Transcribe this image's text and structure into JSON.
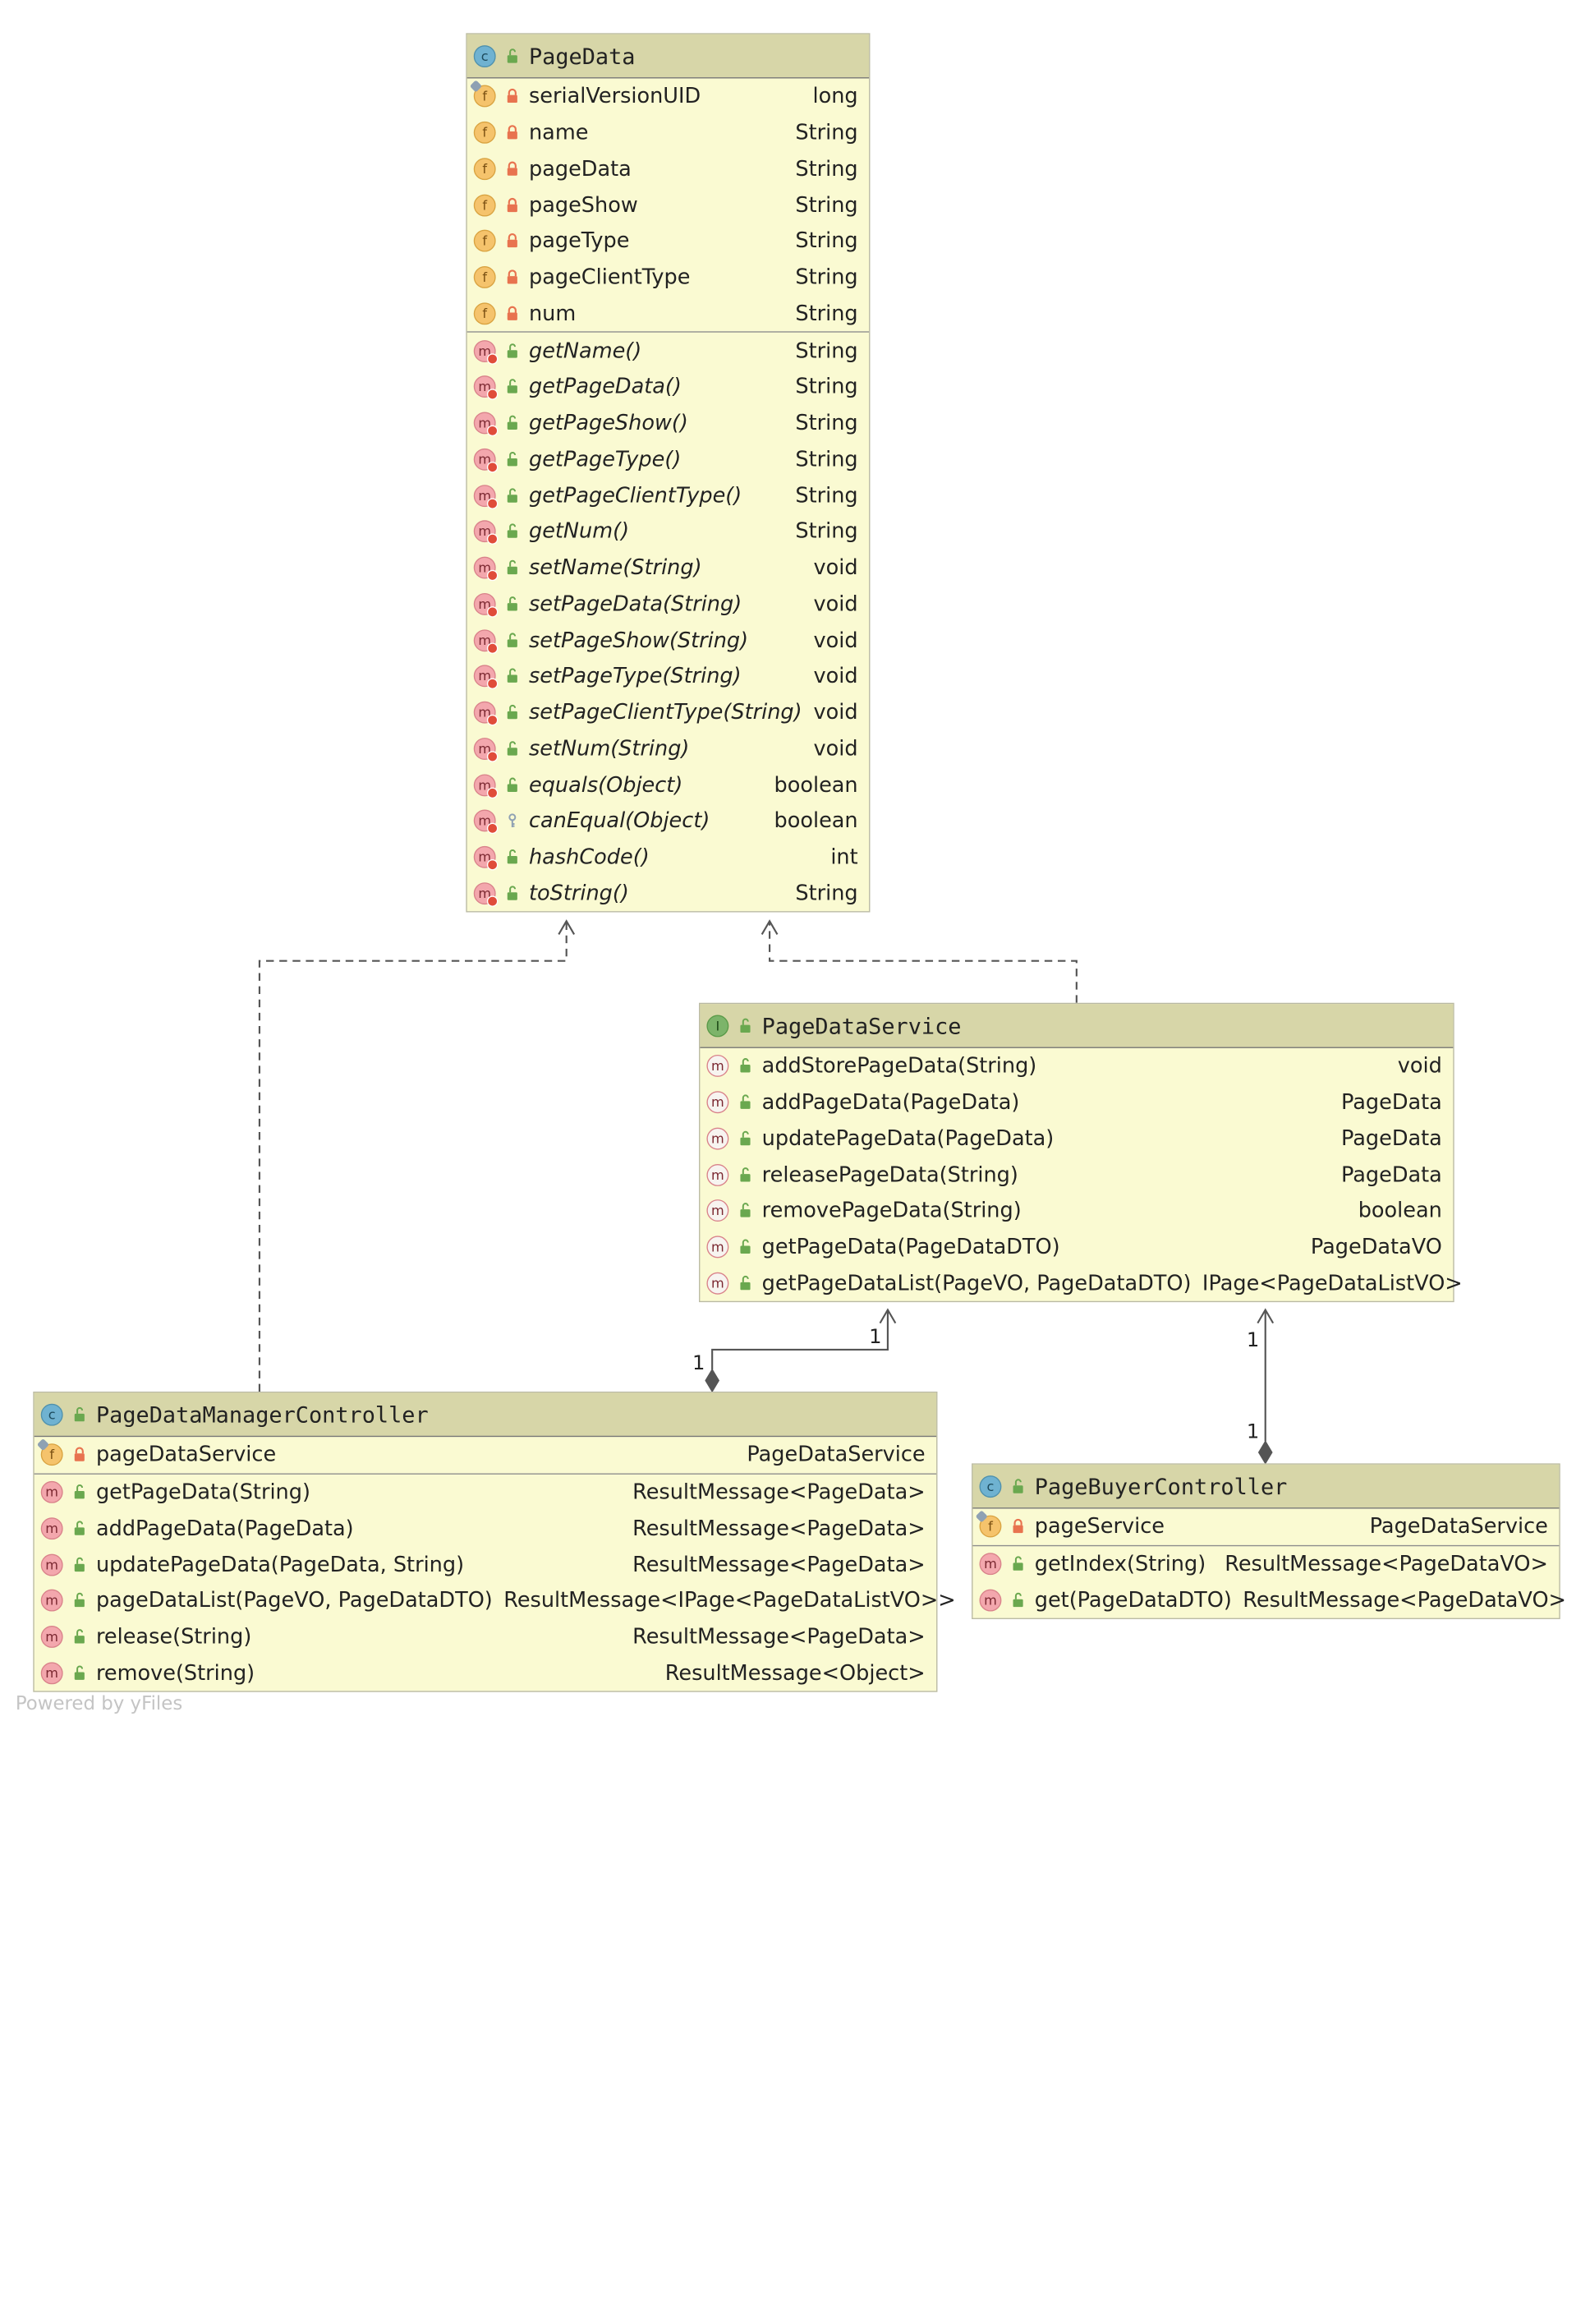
{
  "classes": {
    "pagedata": {
      "name": "PageData",
      "kind": "class",
      "fields": [
        {
          "name": "serialVersionUID",
          "type": "long",
          "vis": "private",
          "static": true
        },
        {
          "name": "name",
          "type": "String",
          "vis": "private"
        },
        {
          "name": "pageData",
          "type": "String",
          "vis": "private"
        },
        {
          "name": "pageShow",
          "type": "String",
          "vis": "private"
        },
        {
          "name": "pageType",
          "type": "String",
          "vis": "private"
        },
        {
          "name": "pageClientType",
          "type": "String",
          "vis": "private"
        },
        {
          "name": "num",
          "type": "String",
          "vis": "private"
        }
      ],
      "methods": [
        {
          "name": "getName()",
          "type": "String",
          "vis": "public",
          "italic": true
        },
        {
          "name": "getPageData()",
          "type": "String",
          "vis": "public",
          "italic": true
        },
        {
          "name": "getPageShow()",
          "type": "String",
          "vis": "public",
          "italic": true
        },
        {
          "name": "getPageType()",
          "type": "String",
          "vis": "public",
          "italic": true
        },
        {
          "name": "getPageClientType()",
          "type": "String",
          "vis": "public",
          "italic": true
        },
        {
          "name": "getNum()",
          "type": "String",
          "vis": "public",
          "italic": true
        },
        {
          "name": "setName(String)",
          "type": "void",
          "vis": "public",
          "italic": true
        },
        {
          "name": "setPageData(String)",
          "type": "void",
          "vis": "public",
          "italic": true
        },
        {
          "name": "setPageShow(String)",
          "type": "void",
          "vis": "public",
          "italic": true
        },
        {
          "name": "setPageType(String)",
          "type": "void",
          "vis": "public",
          "italic": true
        },
        {
          "name": "setPageClientType(String)",
          "type": "void",
          "vis": "public",
          "italic": true
        },
        {
          "name": "setNum(String)",
          "type": "void",
          "vis": "public",
          "italic": true
        },
        {
          "name": "equals(Object)",
          "type": "boolean",
          "vis": "public",
          "italic": true
        },
        {
          "name": "canEqual(Object)",
          "type": "boolean",
          "vis": "protected",
          "italic": true
        },
        {
          "name": "hashCode()",
          "type": "int",
          "vis": "public",
          "italic": true
        },
        {
          "name": "toString()",
          "type": "String",
          "vis": "public",
          "italic": true
        }
      ]
    },
    "pagedataservice": {
      "name": "PageDataService",
      "kind": "interface",
      "fields": [],
      "methods": [
        {
          "name": "addStorePageData(String)",
          "type": "void",
          "vis": "public",
          "abstract": true
        },
        {
          "name": "addPageData(PageData)",
          "type": "PageData",
          "vis": "public",
          "abstract": true
        },
        {
          "name": "updatePageData(PageData)",
          "type": "PageData",
          "vis": "public",
          "abstract": true
        },
        {
          "name": "releasePageData(String)",
          "type": "PageData",
          "vis": "public",
          "abstract": true
        },
        {
          "name": "removePageData(String)",
          "type": "boolean",
          "vis": "public",
          "abstract": true
        },
        {
          "name": "getPageData(PageDataDTO)",
          "type": "PageDataVO",
          "vis": "public",
          "abstract": true
        },
        {
          "name": "getPageDataList(PageVO, PageDataDTO)",
          "type": "IPage<PageDataListVO>",
          "vis": "public",
          "abstract": true
        }
      ]
    },
    "pagedatamanagercontroller": {
      "name": "PageDataManagerController",
      "kind": "class",
      "fields": [
        {
          "name": "pageDataService",
          "type": "PageDataService",
          "vis": "private",
          "static": true
        }
      ],
      "methods": [
        {
          "name": "getPageData(String)",
          "type": "ResultMessage<PageData>",
          "vis": "public"
        },
        {
          "name": "addPageData(PageData)",
          "type": "ResultMessage<PageData>",
          "vis": "public"
        },
        {
          "name": "updatePageData(PageData, String)",
          "type": "ResultMessage<PageData>",
          "vis": "public"
        },
        {
          "name": "pageDataList(PageVO, PageDataDTO)",
          "type": "ResultMessage<IPage<PageDataListVO>>",
          "vis": "public"
        },
        {
          "name": "release(String)",
          "type": "ResultMessage<PageData>",
          "vis": "public"
        },
        {
          "name": "remove(String)",
          "type": "ResultMessage<Object>",
          "vis": "public"
        }
      ]
    },
    "pagebuyercontroller": {
      "name": "PageBuyerController",
      "kind": "class",
      "fields": [
        {
          "name": "pageService",
          "type": "PageDataService",
          "vis": "private",
          "static": true
        }
      ],
      "methods": [
        {
          "name": "getIndex(String)",
          "type": "ResultMessage<PageDataVO>",
          "vis": "public"
        },
        {
          "name": "get(PageDataDTO)",
          "type": "ResultMessage<PageDataVO>",
          "vis": "public"
        }
      ]
    }
  },
  "edges": [
    {
      "from": "pagedatamanagercontroller",
      "to": "pagedata",
      "kind": "dependency"
    },
    {
      "from": "pagedataservice",
      "to": "pagedata",
      "kind": "dependency"
    },
    {
      "from": "pagedatamanagercontroller",
      "to": "pagedataservice",
      "kind": "composition",
      "mult_source": "1",
      "mult_target": "1"
    },
    {
      "from": "pagebuyercontroller",
      "to": "pagedataservice",
      "kind": "composition",
      "mult_source": "1",
      "mult_target": "1"
    }
  ],
  "multiplicities": {
    "mgr_source": "1",
    "mgr_target": "1",
    "buyer_target": "1",
    "buyer_source": "1"
  },
  "footer": "Powered by yFiles",
  "colors": {
    "header_bg": "#d7d6a8",
    "body_bg": "#fafad2",
    "edge": "#555555"
  }
}
